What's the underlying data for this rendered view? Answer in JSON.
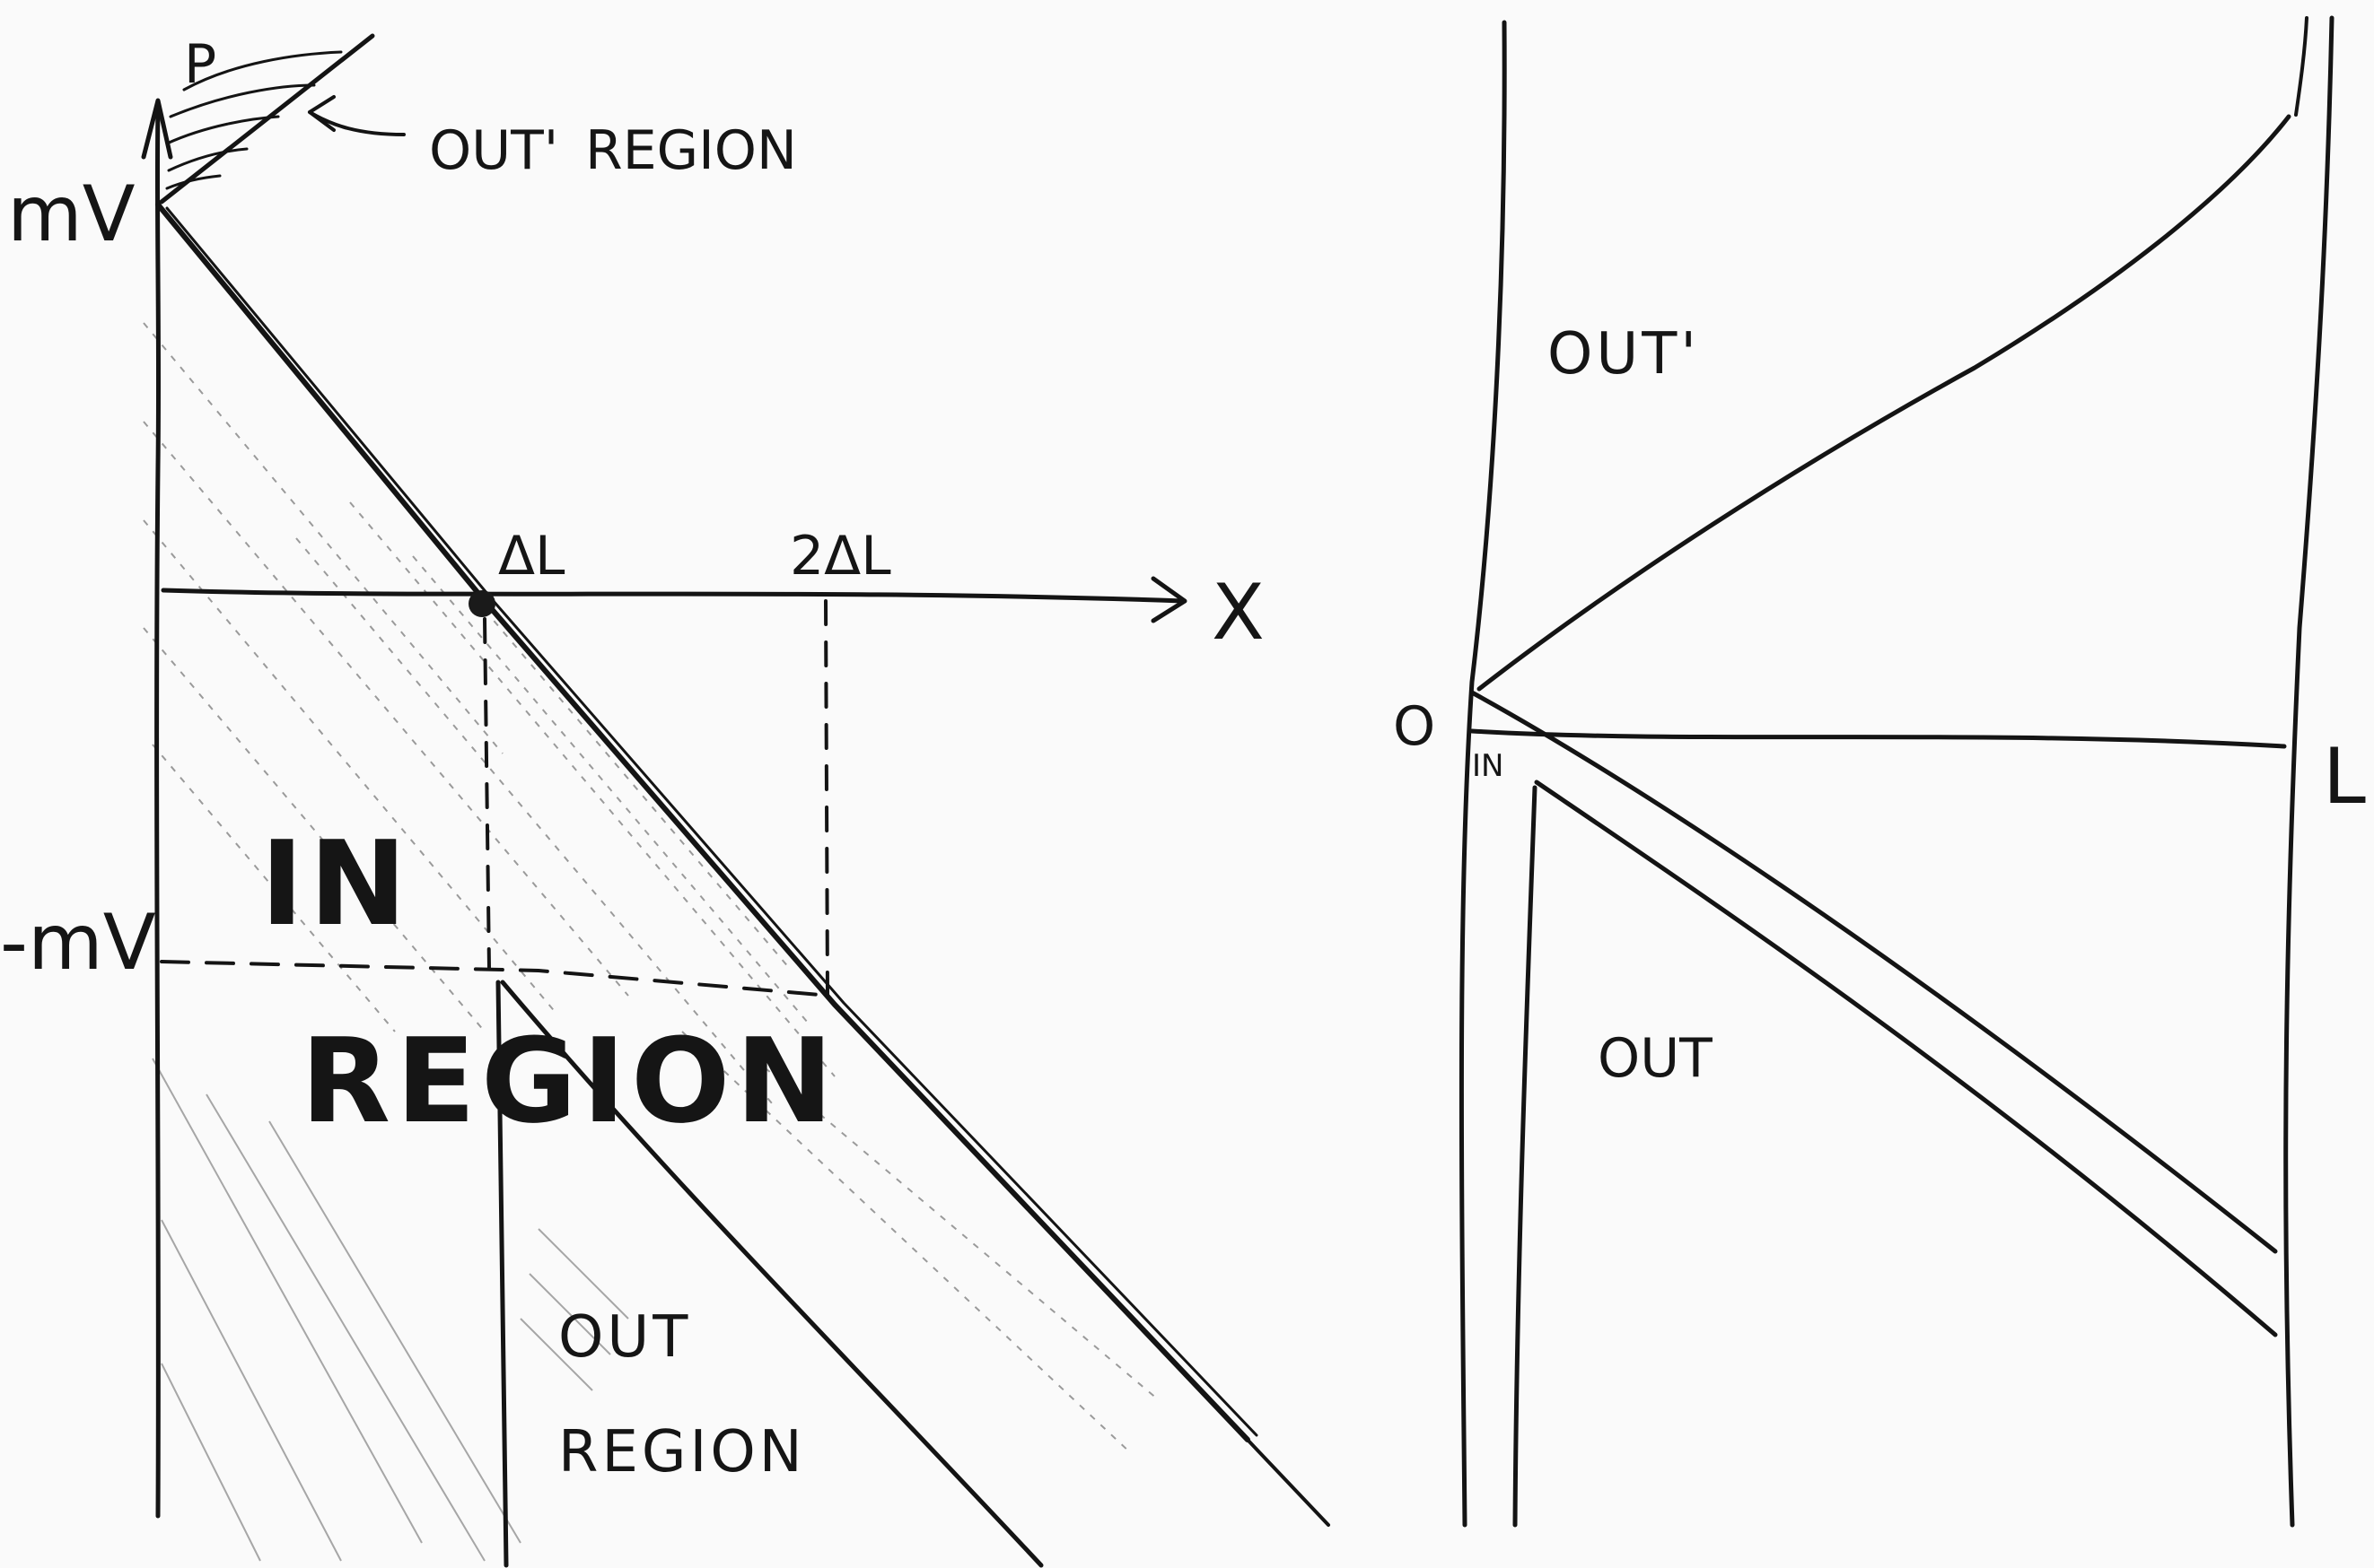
{
  "left_diagram": {
    "labels": {
      "p_axis": "P",
      "mv": "mV",
      "neg_mv": "-mV",
      "x_axis": "X",
      "dl": "ΔL",
      "two_dl": "2ΔL",
      "out_region_top_a": "OUT'",
      "out_region_top_b": "REGION",
      "in_word": "IN",
      "in_region_word": "REGION",
      "out_region_bottom_a": "OUT",
      "out_region_bottom_b": "REGION"
    }
  },
  "right_diagram": {
    "labels": {
      "origin": "O",
      "length": "L",
      "out_prime": "OUT'",
      "in_small": "IN",
      "out": "OUT"
    }
  }
}
